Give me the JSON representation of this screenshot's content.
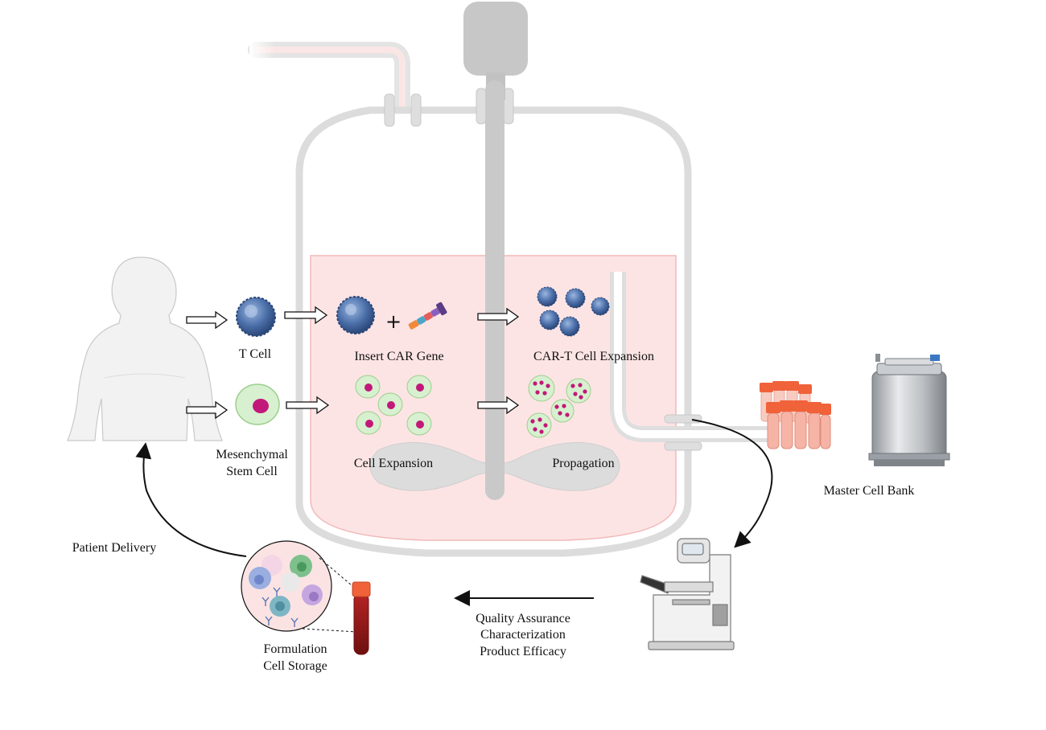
{
  "labels": {
    "t_cell": "T Cell",
    "msc_line1": "Mesenchymal",
    "msc_line2": "Stem Cell",
    "insert_car_gene": "Insert CAR Gene",
    "car_t_expansion": "CAR-T Cell Expansion",
    "cell_expansion": "Cell Expansion",
    "propagation": "Propagation",
    "master_cell_bank": "Master Cell Bank",
    "patient_delivery": "Patient Delivery",
    "formulation": "Formulation",
    "cell_storage": "Cell Storage",
    "qa_line1": "Quality Assurance",
    "qa_line2": "Characterization",
    "qa_line3": "Product Efficacy"
  },
  "colors": {
    "medium_pink": "#fde4e4",
    "vessel_gray": "#d9d9d9",
    "t_cell_blue": "#4a6ea8",
    "msc_green": "#d7f0cf",
    "nucleus_magenta": "#c2187a",
    "tube_orange": "#f0623a",
    "blood_red": "#8b1a1a"
  },
  "icons": [
    "human-silhouette-icon",
    "t-cell-icon",
    "stem-cell-icon",
    "car-gene-plasmid-icon",
    "cryo-tank-icon",
    "sample-tubes-icon",
    "microscope-icon",
    "blood-vial-icon",
    "cell-mixture-icon"
  ]
}
